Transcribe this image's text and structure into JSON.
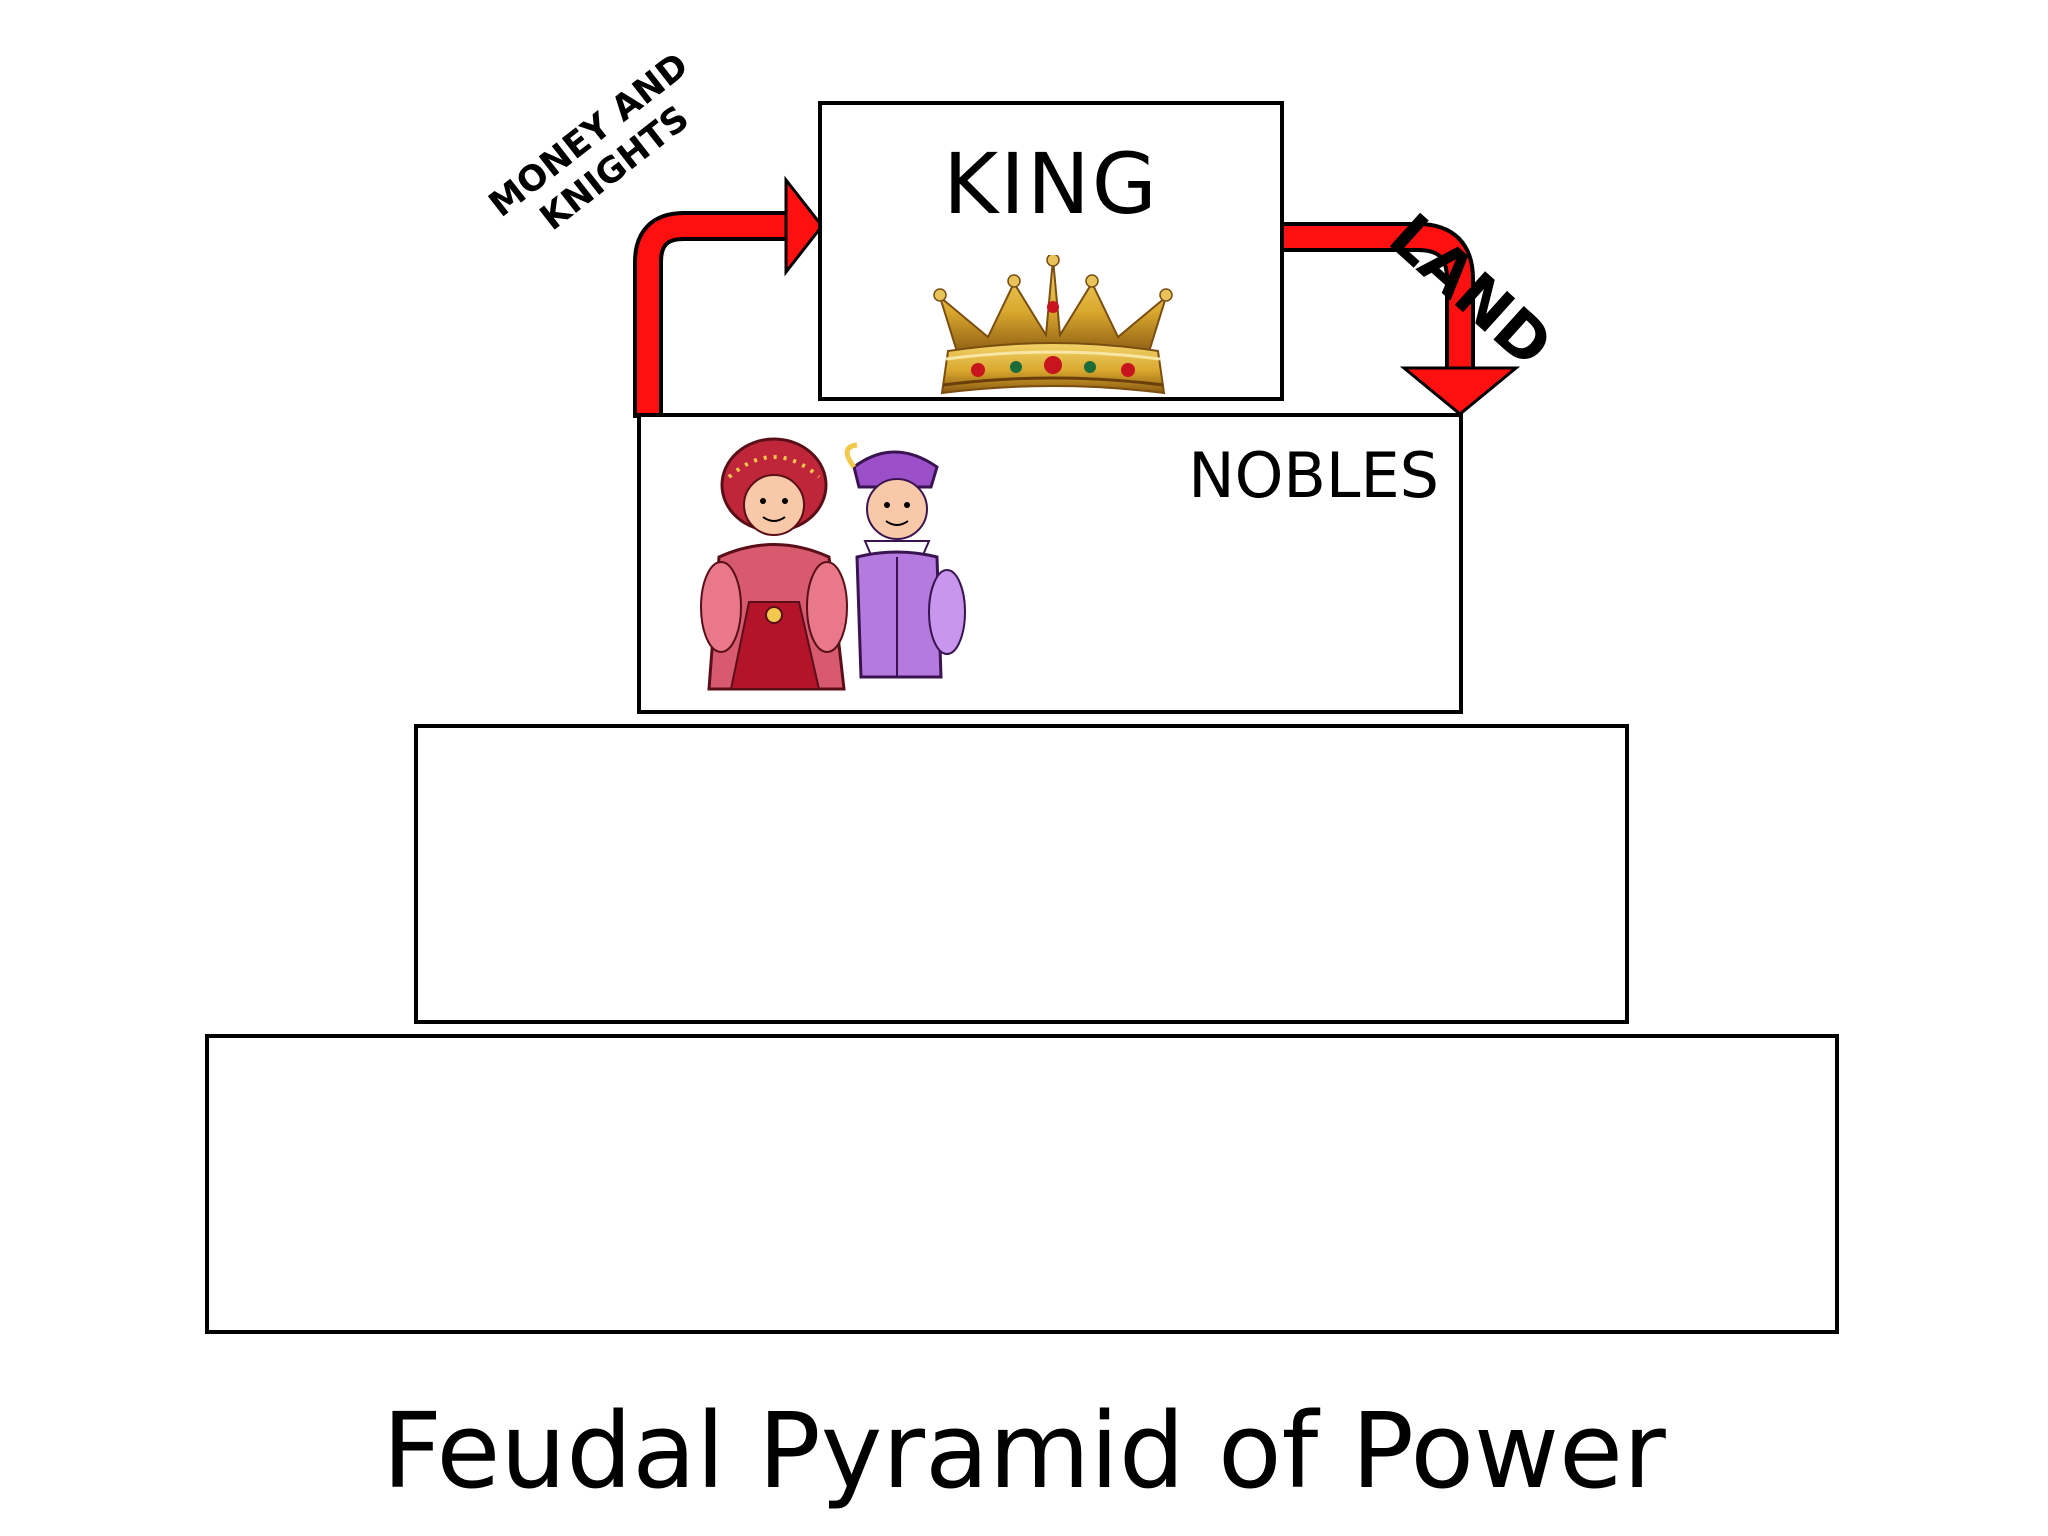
{
  "title": "Feudal Pyramid of Power",
  "tiers": {
    "king": {
      "label": "KING",
      "icon": "crown-icon"
    },
    "nobles": {
      "label": "NOBLES",
      "icon": "nobles-couple-icon"
    },
    "tier3": {
      "label": ""
    },
    "tier4": {
      "label": ""
    }
  },
  "arrows": {
    "up": {
      "label_line1": "MONEY AND",
      "label_line2": "KNIGHTS",
      "color": "#ff0000"
    },
    "down": {
      "label": "LAND",
      "color": "#ff0000"
    }
  }
}
